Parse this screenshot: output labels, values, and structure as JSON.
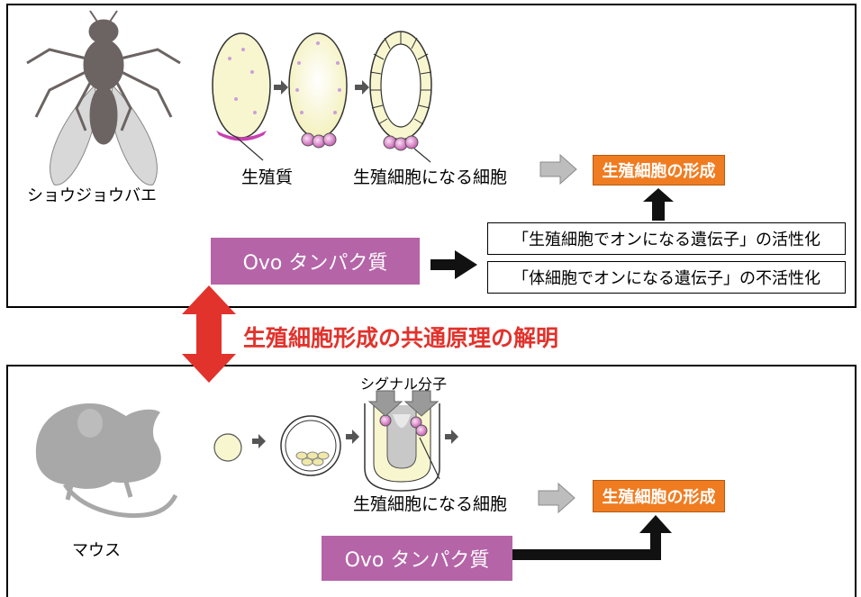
{
  "top": {
    "organism": "ショウジョウバエ",
    "germ_plasm": "生殖質",
    "germ_cells": "生殖細胞になる細胞",
    "formation": "生殖細胞の形成",
    "ovo": "Ovo タンパク質",
    "activation": "「生殖細胞でオンになる遺伝子」の活性化",
    "inactivation": "「体細胞でオンになる遺伝子」の不活性化"
  },
  "headline": "生殖細胞形成の共通原理の解明",
  "bottom": {
    "organism": "マウス",
    "signal": "シグナル分子",
    "germ_cells": "生殖細胞になる細胞",
    "formation": "生殖細胞の形成",
    "ovo": "Ovo タンパク質"
  },
  "colors": {
    "orange": "#f07c21",
    "purple": "#b564a8",
    "red": "#e2322c",
    "egg": "#f8f6cf",
    "germ": "#e8a0d8"
  }
}
